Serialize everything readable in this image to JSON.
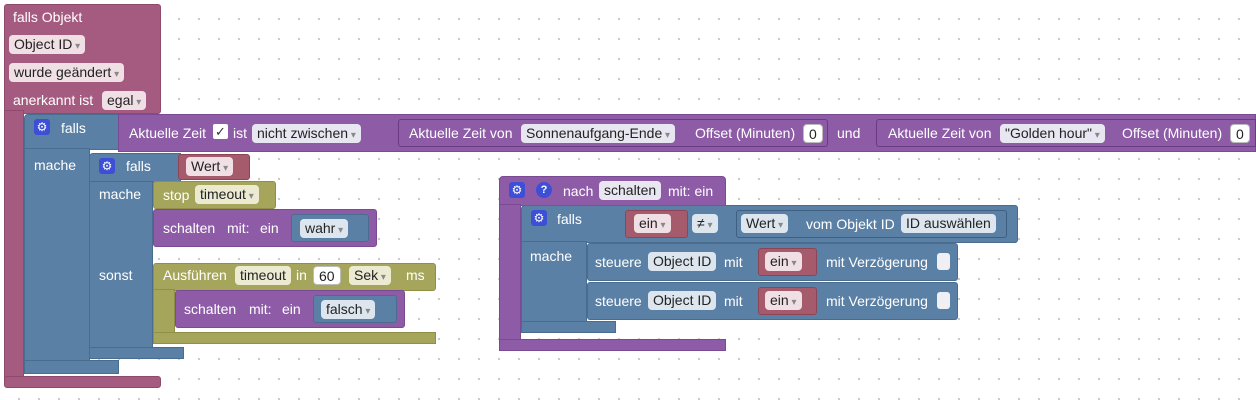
{
  "event_block": {
    "title": "falls Objekt",
    "object_id": "Object ID",
    "trigger": "wurde geändert",
    "ack_label": "anerkannt ist",
    "ack_value": "egal"
  },
  "outer_if": {
    "falls": "falls",
    "mache": "mache"
  },
  "time_condition": {
    "label_current": "Aktuelle Zeit",
    "checkbox": "✓",
    "ist": "ist",
    "operator": "nicht zwischen",
    "time1_label": "Aktuelle Zeit von",
    "time1_value": "Sonnenaufgang-Ende",
    "offset1_label": "Offset (Minuten)",
    "offset1_value": "0",
    "und": "und",
    "time2_label": "Aktuelle Zeit von",
    "time2_value": "\"Golden hour\"",
    "offset2_label": "Offset (Minuten)",
    "offset2_value": "0"
  },
  "inner_if": {
    "falls": "falls",
    "var": "Wert",
    "mache": "mache",
    "sonst": "sonst"
  },
  "stop_block": {
    "label": "stop",
    "var": "timeout"
  },
  "call_true": {
    "label": "schalten",
    "mit": "mit:",
    "ein": "ein",
    "value": "wahr"
  },
  "timeout_block": {
    "label": "Ausführen",
    "var": "timeout",
    "in": "in",
    "amount": "60",
    "unit": "Sek",
    "ms": "ms"
  },
  "call_false": {
    "label": "schalten",
    "mit": "mit:",
    "ein": "ein",
    "value": "falsch"
  },
  "function_def": {
    "nach": "nach",
    "name": "schalten",
    "params": "mit: ein",
    "help": "?"
  },
  "func_if": {
    "falls": "falls",
    "var": "ein",
    "op": "≠",
    "value_var": "Wert",
    "vom_objekt": "vom Objekt ID",
    "id_select": "ID auswählen",
    "mache": "mache"
  },
  "steuere_rows": [
    {
      "label": "steuere",
      "object": "Object ID",
      "mit": "mit",
      "var": "ein",
      "delay": "mit Verzögerung"
    },
    {
      "label": "steuere",
      "object": "Object ID",
      "mit": "mit",
      "var": "ein",
      "delay": "mit Verzögerung"
    }
  ],
  "icons": {
    "gear": "⚙"
  },
  "colors": {
    "event": "#a55b80",
    "logic": "#5b80a5",
    "time": "#8e5ca7",
    "timer": "#a5a55b",
    "gear": "#3d4fd6"
  }
}
